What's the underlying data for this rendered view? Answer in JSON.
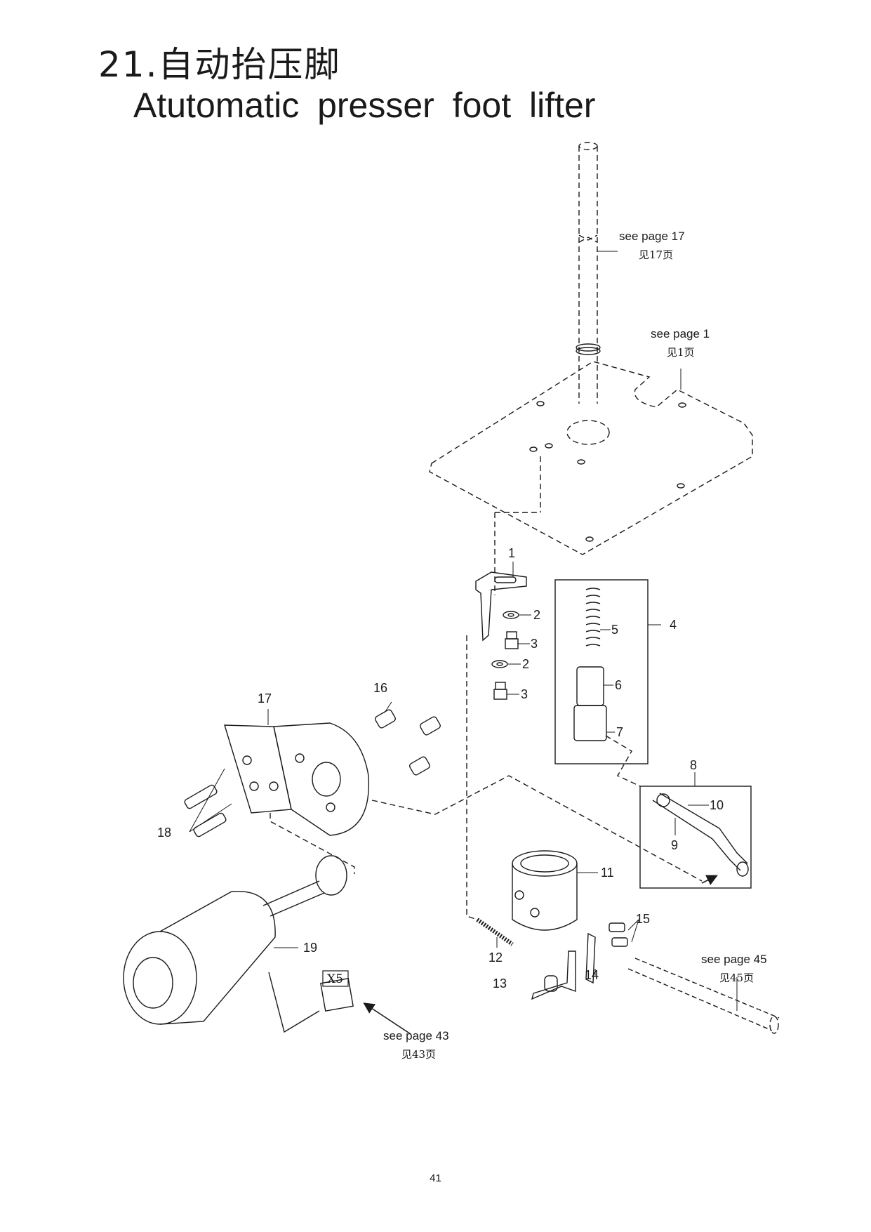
{
  "heading": {
    "section_number": "21.",
    "title_zh": "自动抬压脚",
    "title_en": "Atutomatic presser foot lifter"
  },
  "part_labels": [
    "1",
    "2",
    "3",
    "2",
    "3",
    "4",
    "5",
    "6",
    "7",
    "8",
    "10",
    "9",
    "11",
    "15",
    "12",
    "14",
    "13",
    "16",
    "17",
    "18",
    "19"
  ],
  "references": [
    {
      "en": "see page 17",
      "zh": "见17页"
    },
    {
      "en": "see page 1",
      "zh": "见1页"
    },
    {
      "en": "see page 45",
      "zh": "见45页"
    },
    {
      "en": "see page 43",
      "zh": "见43页"
    }
  ],
  "connector_label": "X5",
  "page_number": "41"
}
